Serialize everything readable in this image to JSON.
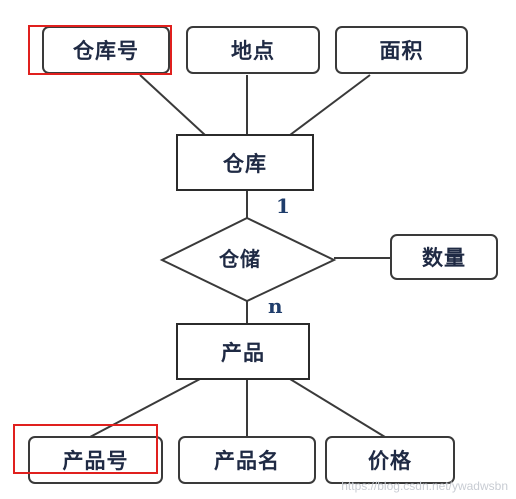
{
  "diagram": {
    "entities": {
      "warehouse": "仓库",
      "product": "产品"
    },
    "relationship": "仓储",
    "attributes": {
      "warehouse_id": "仓库号",
      "location": "地点",
      "area": "面积",
      "quantity": "数量",
      "product_id": "产品号",
      "product_name": "产品名",
      "price": "价格"
    },
    "cardinality": {
      "warehouse_side": "1",
      "product_side": "n"
    },
    "highlight_color": "#e0201e"
  },
  "watermark": "https://blog.csdn.net/ywadwsbn"
}
